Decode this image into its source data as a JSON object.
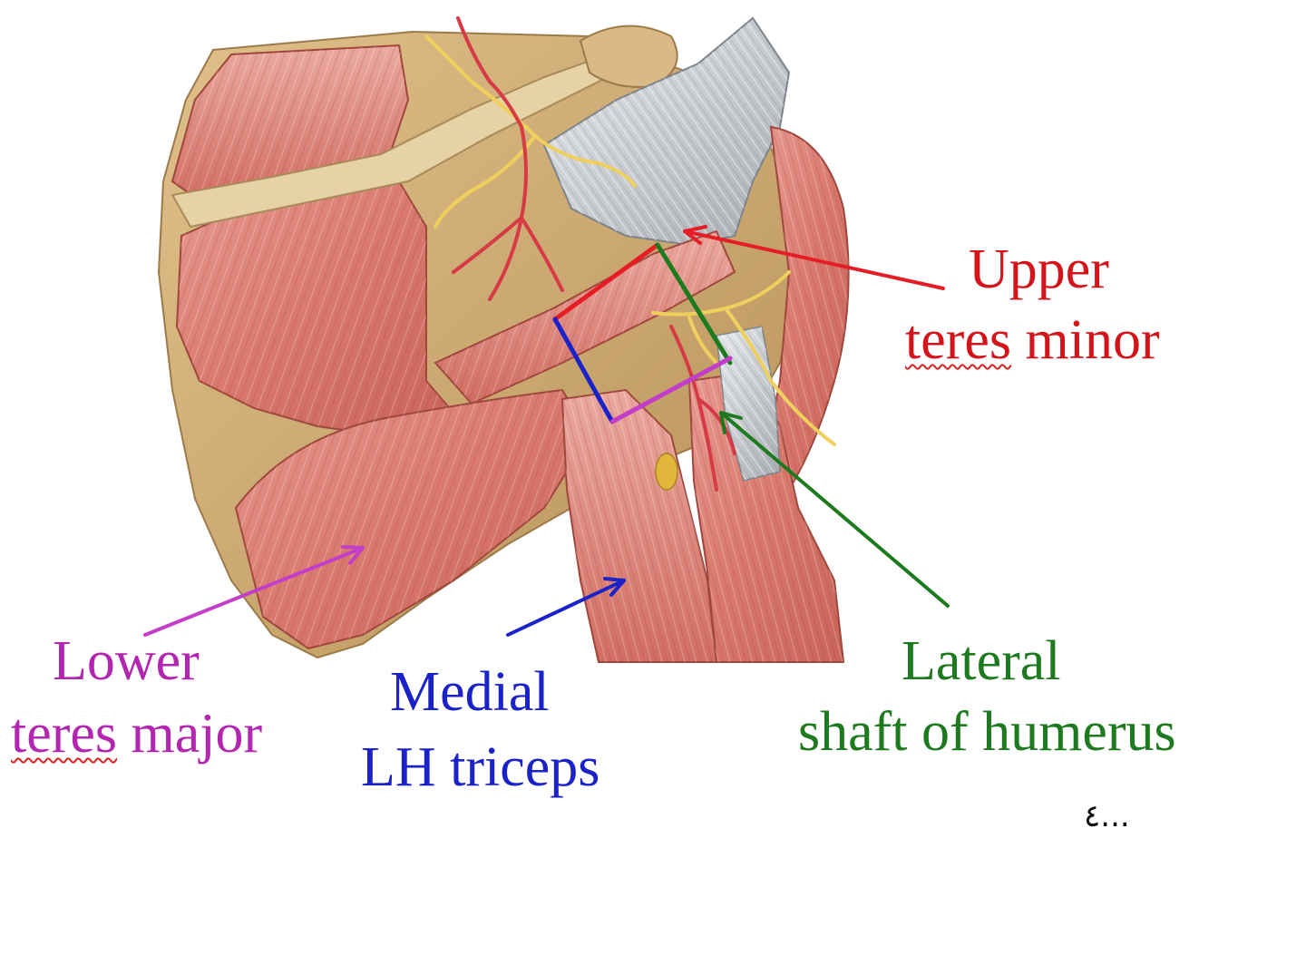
{
  "labels": {
    "upper": {
      "line1": "Upper",
      "line2_word": "teres",
      "line2_rest": " minor"
    },
    "lower": {
      "line1": "Lower",
      "line2_word": "teres",
      "line2_rest": " major"
    },
    "medial": {
      "line1": "Medial",
      "line2": "LH triceps"
    },
    "lateral": {
      "line1": "Lateral",
      "line2": "shaft of humerus"
    }
  },
  "artifact_text": "٤...",
  "colors": {
    "upper": "#d3151b",
    "lower": "#b326b0",
    "medial": "#1a22c8",
    "lateral": "#1e7a1e",
    "muscle": "#de8a80",
    "bone": "#cfa76d",
    "tendon": "#c9ccd0",
    "nerve": "#f2d266",
    "artery": "#d9404a"
  }
}
